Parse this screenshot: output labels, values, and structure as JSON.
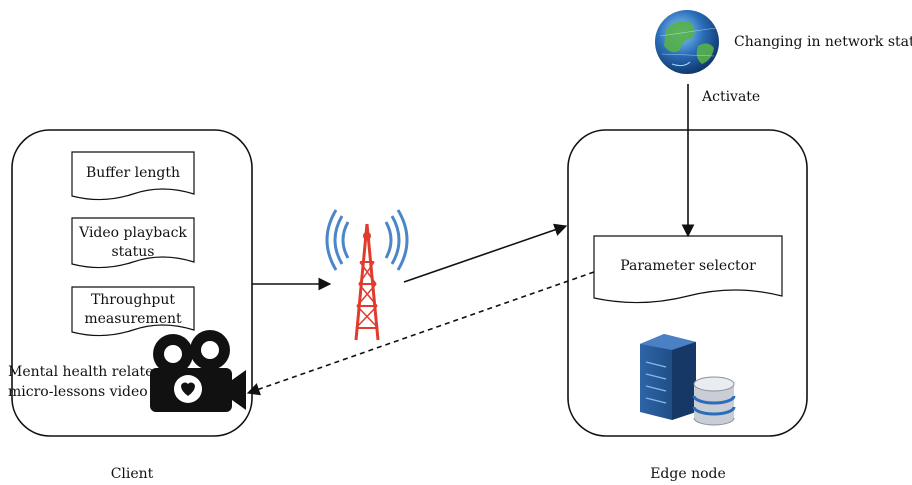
{
  "client": {
    "caption": "Client",
    "documents": [
      {
        "lines": [
          "Buffer length"
        ]
      },
      {
        "lines": [
          "Video playback",
          "status"
        ]
      },
      {
        "lines": [
          "Throughput",
          "measurement"
        ]
      }
    ],
    "video_label": [
      "Mental health related",
      "micro-lessons video"
    ]
  },
  "edge": {
    "caption": "Edge node",
    "selector_label": "Parameter selector"
  },
  "network": {
    "status_label": "Changing in network status",
    "activate_label": "Activate"
  },
  "colors": {
    "stroke": "#111111",
    "tower_red": "#e03b2c",
    "signal_blue": "#4a86c8",
    "server_blue": "#1f4f8a",
    "globe_blue": "#2a6db8",
    "globe_green": "#56b04a"
  },
  "icons": {
    "tower": "cell-tower-icon",
    "globe": "globe-icon",
    "camera": "video-camera-icon",
    "server": "server-icon",
    "database": "database-icon"
  }
}
